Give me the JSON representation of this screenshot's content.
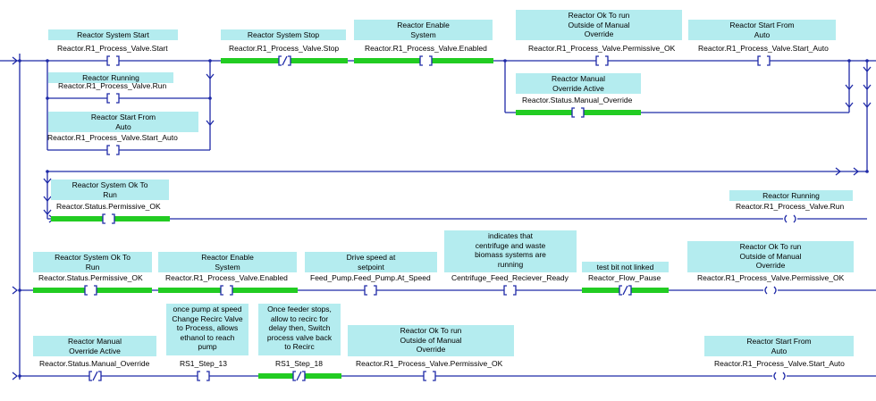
{
  "rungs": [
    {
      "instructions": [
        {
          "type": "XIC",
          "desc": "Reactor System Start",
          "tag": "Reactor.R1_Process_Valve.Start",
          "energized": false
        },
        {
          "type": "XIO",
          "desc": "Reactor System Stop",
          "tag": "Reactor.R1_Process_Valve.Stop",
          "energized": true
        },
        {
          "type": "XIC",
          "desc": "Reactor Enable\nSystem",
          "tag": "Reactor.R1_Process_Valve.Enabled",
          "energized": true
        },
        {
          "type": "XIC",
          "desc": "Reactor Ok To run\nOutside of Manual\nOverride",
          "tag": "Reactor.R1_Process_Valve.Permissive_OK",
          "energized": false
        },
        {
          "type": "XIC",
          "desc": "Reactor Start From\nAuto",
          "tag": "Reactor.R1_Process_Valve.Start_Auto",
          "energized": false
        }
      ],
      "branches": [
        {
          "type": "XIC",
          "desc": "Reactor Running",
          "tag": "Reactor.R1_Process_Valve.Run",
          "energized": false
        },
        {
          "type": "XIC",
          "desc": "Reactor Start From\nAuto",
          "tag": "Reactor.R1_Process_Valve.Start_Auto",
          "energized": false
        },
        {
          "type": "XIC",
          "desc": "Reactor Manual\nOverride Active",
          "tag": "Reactor.Status.Manual_Override",
          "energized": true
        }
      ]
    },
    {
      "instructions": [
        {
          "type": "XIC",
          "desc": "Reactor System Ok To\nRun",
          "tag": "Reactor.Status.Permissive_OK",
          "energized": true
        }
      ],
      "output": {
        "type": "OTE",
        "desc": "Reactor Running",
        "tag": "Reactor.R1_Process_Valve.Run",
        "energized": false
      }
    },
    {
      "instructions": [
        {
          "type": "XIC",
          "desc": "Reactor System Ok To\nRun",
          "tag": "Reactor.Status.Permissive_OK",
          "energized": true
        },
        {
          "type": "XIC",
          "desc": "Reactor Enable\nSystem",
          "tag": "Reactor.R1_Process_Valve.Enabled",
          "energized": true
        },
        {
          "type": "XIC",
          "desc": "Drive speed at\nsetpoint",
          "tag": "Feed_Pump.Feed_Pump.At_Speed",
          "energized": false
        },
        {
          "type": "XIC",
          "desc": "indicates that\ncentrifuge and waste\nbiomass systems are\nrunning",
          "tag": "Centrifuge_Feed_Reciever_Ready",
          "energized": false
        },
        {
          "type": "XIO",
          "desc": "test bit not linked",
          "tag": "Reactor_Flow_Pause",
          "energized": true
        }
      ],
      "output": {
        "type": "OTE",
        "desc": "Reactor Ok To run\nOutside of Manual\nOverride",
        "tag": "Reactor.R1_Process_Valve.Permissive_OK",
        "energized": false
      }
    },
    {
      "instructions": [
        {
          "type": "XIO",
          "desc": "Reactor Manual\nOverride Active",
          "tag": "Reactor.Status.Manual_Override",
          "energized": false
        },
        {
          "type": "XIC",
          "desc": "once pump at speed\nChange Recirc Valve\nto Process, allows\nethanol to reach\npump",
          "tag": "RS1_Step_13",
          "energized": false
        },
        {
          "type": "XIO",
          "desc": "Once feeder stops,\nallow to recirc for\ndelay then, Switch\nprocess valve back\nto Recirc",
          "tag": "RS1_Step_18",
          "energized": true
        },
        {
          "type": "XIC",
          "desc": "Reactor Ok To run\nOutside of Manual\nOverride",
          "tag": "Reactor.R1_Process_Valve.Permissive_OK",
          "energized": false
        }
      ],
      "output": {
        "type": "OTE",
        "desc": "Reactor Start From\nAuto",
        "tag": "Reactor.R1_Process_Valve.Start_Auto",
        "energized": false
      }
    }
  ],
  "colors": {
    "rail": "#1f2aa8",
    "energized": "#22cc22",
    "description": "#b4ecef",
    "text": "#000000"
  }
}
